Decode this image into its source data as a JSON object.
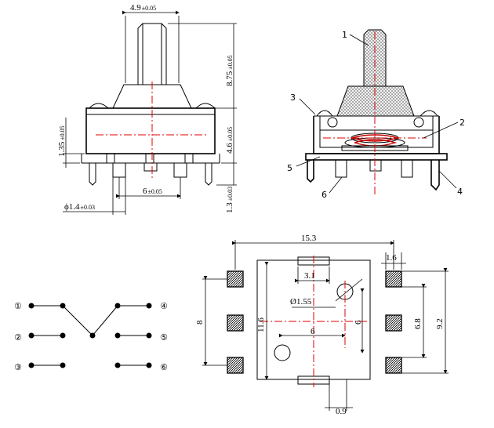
{
  "front_view": {
    "width_dim": {
      "value": "4.9",
      "tol": "±0.05"
    },
    "shaft_height_dim": {
      "value": "8.75",
      "tol": "±0.05"
    },
    "body_height_dim": {
      "value": "4.6",
      "tol": "±0.05"
    },
    "base_dim": {
      "value": "1.35",
      "tol": "±0.05"
    },
    "pin_pitch_dim": {
      "value": "6",
      "tol": "±0.05"
    },
    "peg_dia_dim": {
      "value": "ϕ1.4",
      "tol": "±0.03"
    },
    "pin_length_dim": {
      "value": "1.3",
      "tol": "±0.03"
    }
  },
  "section_view": {
    "callouts": [
      "1",
      "2",
      "3",
      "4",
      "5",
      "6"
    ]
  },
  "schematic": {
    "pins": [
      "①",
      "②",
      "③",
      "④",
      "⑤",
      "⑥"
    ]
  },
  "footprint": {
    "width": "15.3",
    "pad_width": "1.6",
    "slot_width": "3.1",
    "hole_dia": "Ø1.55",
    "left_span": "8",
    "height": "11.6",
    "hole_spacing_v": "6",
    "hole_spacing_h": "6",
    "right_inner": "6.8",
    "right_outer": "9.2",
    "slot_gap": "0.9"
  }
}
